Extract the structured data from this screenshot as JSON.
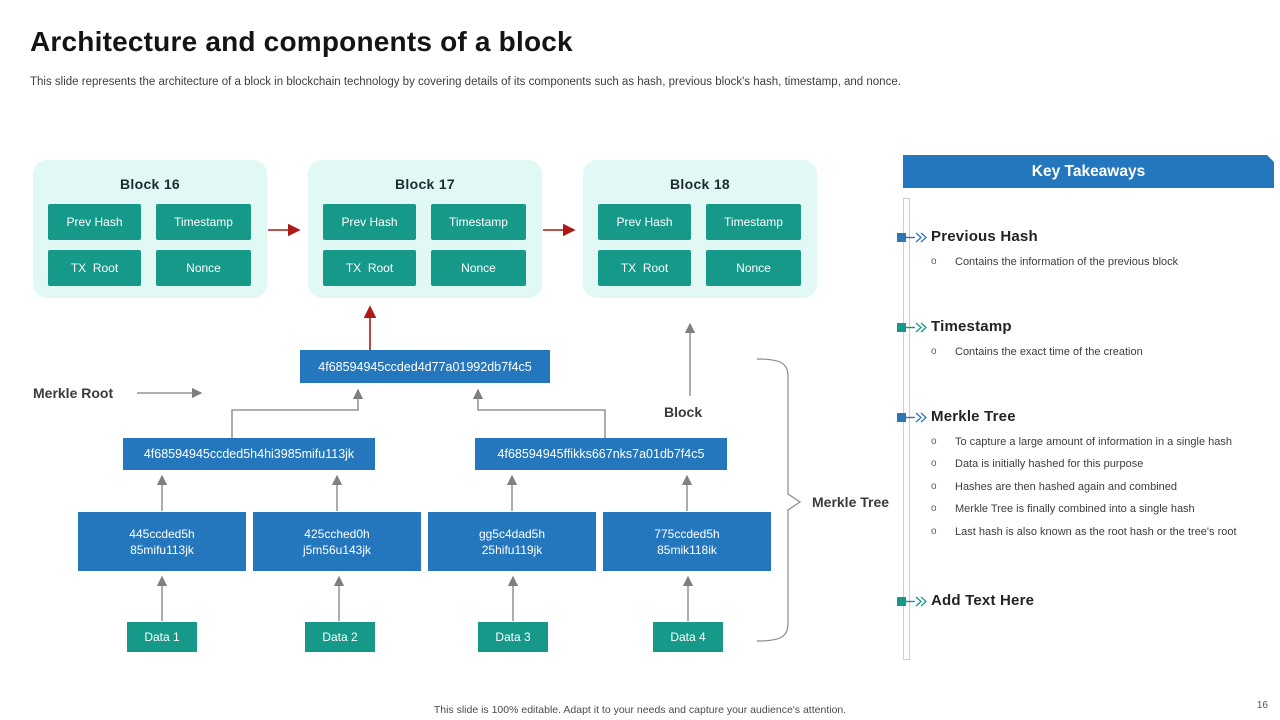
{
  "slide": {
    "title": "Architecture and components of a block",
    "subtitle": "This slide represents the architecture of a block in blockchain technology by covering details of its components such as hash, previous block's hash, timestamp, and nonce.",
    "footer": "This slide is 100% editable. Adapt it to your needs and capture your audience's attention.",
    "page_number": "16"
  },
  "blocks": [
    {
      "title": "Block 16",
      "cells": {
        "prev_hash": "Prev Hash",
        "timestamp": "Timestamp",
        "tx_root": "TX  Root",
        "nonce": "Nonce"
      }
    },
    {
      "title": "Block 17",
      "cells": {
        "prev_hash": "Prev Hash",
        "timestamp": "Timestamp",
        "tx_root": "TX  Root",
        "nonce": "Nonce"
      }
    },
    {
      "title": "Block 18",
      "cells": {
        "prev_hash": "Prev Hash",
        "timestamp": "Timestamp",
        "tx_root": "TX  Root",
        "nonce": "Nonce"
      }
    }
  ],
  "diagram": {
    "labels": {
      "merkle_root": "Merkle Root",
      "block": "Block",
      "merkle_tree": "Merkle Tree"
    },
    "root_hash": "4f68594945ccded4d77a01992db7f4c5",
    "branch_hashes": [
      "4f68594945ccded5h4hi3985mifu113jk",
      "4f68594945ffikks667nks7a01db7f4c5"
    ],
    "leaf_hashes": [
      {
        "line1": "445ccded5h",
        "line2": "85mifu113jk"
      },
      {
        "line1": "425cched0h",
        "line2": "j5m56u143jk"
      },
      {
        "line1": "gg5c4dad5h",
        "line2": "25hifu119jk"
      },
      {
        "line1": "775ccded5h",
        "line2": "85mik118ik"
      }
    ],
    "data_nodes": [
      "Data 1",
      "Data 2",
      "Data 3",
      "Data 4"
    ]
  },
  "takeaways": {
    "header": "Key Takeaways",
    "items": [
      {
        "title": "Previous Hash",
        "accent": "#2e75b6",
        "bullets": [
          "Contains the information of the previous block"
        ]
      },
      {
        "title": "Timestamp",
        "accent": "#17998a",
        "bullets": [
          "Contains the exact time of the creation"
        ]
      },
      {
        "title": "Merkle Tree",
        "accent": "#2e75b6",
        "bullets": [
          "To capture a large amount of information in a single hash",
          "Data is initially hashed for this purpose",
          "Hashes are then hashed again and combined",
          "Merkle Tree is finally combined into a single hash",
          "Last hash is also known as the root hash or the tree's root"
        ]
      },
      {
        "title": "Add Text Here",
        "accent": "#17998a",
        "bullets": []
      }
    ]
  },
  "colors": {
    "teal": "#17998a",
    "teal_light": "#e2f8f5",
    "blue": "#2577bd",
    "red_arrow": "#ae1917",
    "gray_arrow": "#7f7f7f"
  }
}
